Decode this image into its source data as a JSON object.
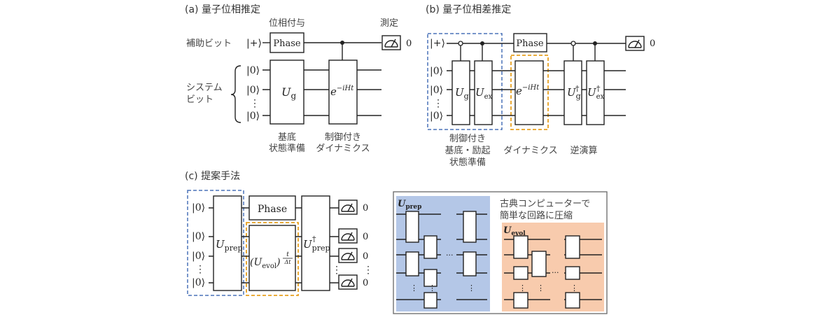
{
  "panel_a": {
    "title": "(a) 量子位相推定",
    "phase_label_top": "位相付与",
    "measure_label_top": "測定",
    "ancilla_label": "補助ビット",
    "system_label_1": "システム",
    "system_label_2": "ビット",
    "ket_plus": "|+⟩",
    "ket_zero": "|0⟩",
    "phase_gate": "Phase",
    "ug_gate": "U",
    "ug_sub": "g",
    "evol_gate": "e",
    "evol_sup": "−iHt",
    "result": "0",
    "caption_prep_1": "基底",
    "caption_prep_2": "状態準備",
    "caption_dyn_1": "制御付き",
    "caption_dyn_2": "ダイナミクス"
  },
  "panel_b": {
    "title": "(b) 量子位相差推定",
    "ket_plus": "|+⟩",
    "ket_zero": "|0⟩",
    "phase_gate": "Phase",
    "ug_gate": "U",
    "ug_sub": "g",
    "uex_gate": "U",
    "uex_sub": "ex",
    "evol_gate": "e",
    "evol_sup": "−iHt",
    "ugd_sub": "g",
    "uexd_sub": "ex",
    "dagger": "†",
    "result": "0",
    "caption_prep_1": "制御付き",
    "caption_prep_2": "基底・励起",
    "caption_prep_3": "状態準備",
    "caption_dyn": "ダイナミクス",
    "caption_inv": "逆演算"
  },
  "panel_c": {
    "title": "(c) 提案手法",
    "ket_zero": "|0⟩",
    "phase_gate": "Phase",
    "uprep_gate": "U",
    "uprep_sub": "prep",
    "uevol_open": "(U",
    "uevol_sub": "evol",
    "uevol_close": ")",
    "exp_num": "t",
    "exp_den": "Δt",
    "uprepd_sub": "prep",
    "dagger": "†",
    "results": [
      "0",
      "0",
      "0",
      "0"
    ]
  },
  "panel_d": {
    "uprep_label": "U",
    "uprep_sub": "prep",
    "uevol_label": "U",
    "uevol_sub": "evol",
    "note_line1": "古典コンピューターで",
    "note_line2": "簡単な回路に圧縮",
    "ellipsis": "···",
    "blue_fill": "#b4c7e7",
    "orange_fill": "#f8cbad"
  }
}
